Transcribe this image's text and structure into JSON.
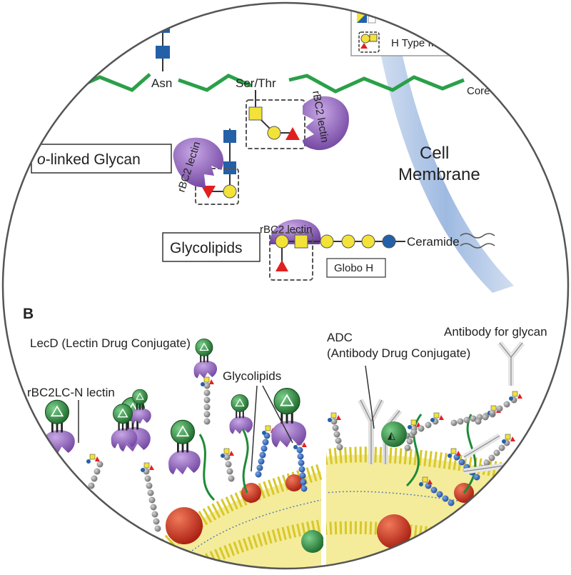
{
  "panel_a": {
    "legend": {
      "item_label": "H Type II"
    },
    "labels": {
      "asn": "Asn",
      "ser_thr": "Ser/Thr",
      "core": "Core",
      "cell_membrane_line1": "Cell",
      "cell_membrane_line2": "Membrane",
      "o_linked_prefix": "o",
      "o_linked_rest": "-linked Glycan",
      "glycolipids_box": "Glycolipids",
      "lectin_rotated_1": "rBC2 lectin",
      "lectin_rotated_2": "rBC2 lectin",
      "lectin_glycolipid": "rBC2 lectin",
      "ceramide": "Ceramide",
      "globo_h": "Globo  H"
    }
  },
  "panel_b": {
    "panel_letter": "B",
    "labels": {
      "lecd": "LecD (Lectin Drug Conjugate)",
      "rbc2lc_n": "rBC2LC-N lectin",
      "glycolipids": "Glycolipids",
      "adc_line1": "ADC",
      "adc_line2": "(Antibody Drug Conjugate)",
      "antibody_for_glycan": "Antibody for glycan"
    }
  },
  "colors": {
    "peptide_green": "#2aa048",
    "glcnac_blue": "#2360a8",
    "galactose_yellow": "#f2e23a",
    "fucose_red": "#e02020",
    "lectin_purple": "#8a5cb4",
    "membrane_blue": "#9ab6dc",
    "drug_green": "#2f8a3c",
    "tumor_red": "#c8281c",
    "bead_gray": "#8e8e8e"
  }
}
